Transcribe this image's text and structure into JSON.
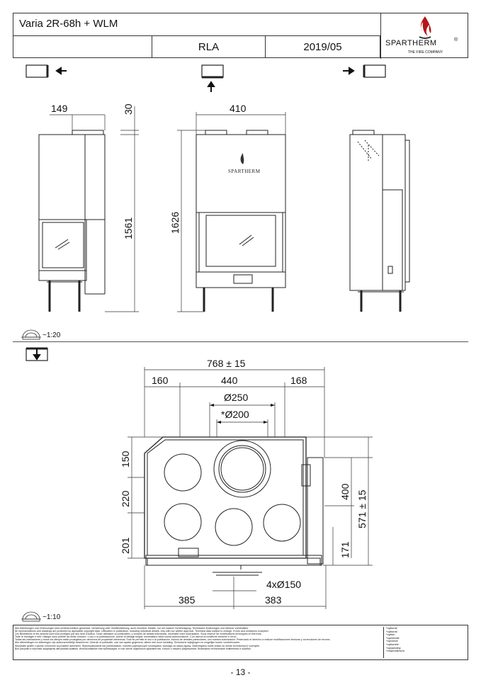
{
  "header": {
    "title": "Varia 2R-68h + WLM",
    "variant": "RLA",
    "date": "2019/05",
    "brand": "SPARTHERM",
    "brand_reg": "®",
    "tagline": "THE FIRE COMPANY"
  },
  "views": {
    "left": {
      "dim_width": "149",
      "dim_top": "30",
      "dim_height": "1561"
    },
    "front": {
      "dim_width": "410",
      "dim_height": "1626",
      "brand": "SPARTHERM"
    },
    "scale1": "~1:20"
  },
  "plan": {
    "dim_total": "768 ± 15",
    "dim_left": "160",
    "dim_mid": "440",
    "dim_right": "168",
    "dim_d250": "Ø250",
    "dim_d200": "*Ø200",
    "dim_150": "150",
    "dim_220": "220",
    "dim_201": "201",
    "dim_400": "400",
    "dim_571": "571 ± 15",
    "dim_171": "171",
    "dim_holes": "4xØ150",
    "dim_385": "385",
    "dim_383": "383",
    "scale2": "~1:10"
  },
  "footer": {
    "legal": [
      "Alle Abbildungen und Zeichnungen sind urheberrechtlich geschützt. Verwertung oder Veröffentlichung, auch einzelner Details, nur mit unserer Genehmigung. Technische Änderungen und Irrtümer vorbehalten.",
      "All representations and drawings are protected by applicable copyright laws. Utilisation or publication, including individual details, only with our written approval. Technical data subject to change. Errors and omissions excepted.",
      "Les illustrations et les dessins sont tous protégés par des droit d'auteur. Toute utilisation ou publication, y compris de détails individuels, nécessite notre autorisation. Sous reserve de modifications techniques et d'erreurs.",
      "Tutte le immagini e tutti i disegni sono protetti da diritto d'autore. L'uso o la pubblicazione, anche di dettagli singoli, necessitano della nostra autorizzazione. Con riserva di modifiche tecniche e errori.",
      "Todas las ilustraciones y todos los dibujos están protegidos por derechos de propiedad intelectual. Solo se permite el uso o la publicación, incluso de detalles particulares, con nuestra autorización. Reservado el derecho a realizar modificaciones técnicas y correcciones de errores.",
      "Alle afbeeldingen en tekeningen zijn auteursrechtelijk beschermd. Gebruik of publicatie, ook van aparte gegevens, alleen met onze toelating. Technische wijzigingen en mogelijke fouten voorbehouden.",
      "Wszystkie grafiki i rysunki chronione są prawem autorskim. Wykorzystywanie lub publikowanie, również pojedynczych szczegółów, wymaga za naszą zgodą. Zastrzegamy sobie prawo do zmian technicznych i pomyłek.",
      "Все рисунки и чертежи защищены авторским правом. Использование или публикация, в том числе отдельных фрагментов, только с нашего разрешения. Возможны технические изменения и ошибки."
    ],
    "notes": [
      "*optional",
      "*optional",
      "",
      "*option",
      "*opzionale",
      "*opcional",
      "",
      "*optionele",
      "*opcjonalny",
      "*опционально"
    ]
  },
  "page_number": "- 13 -"
}
